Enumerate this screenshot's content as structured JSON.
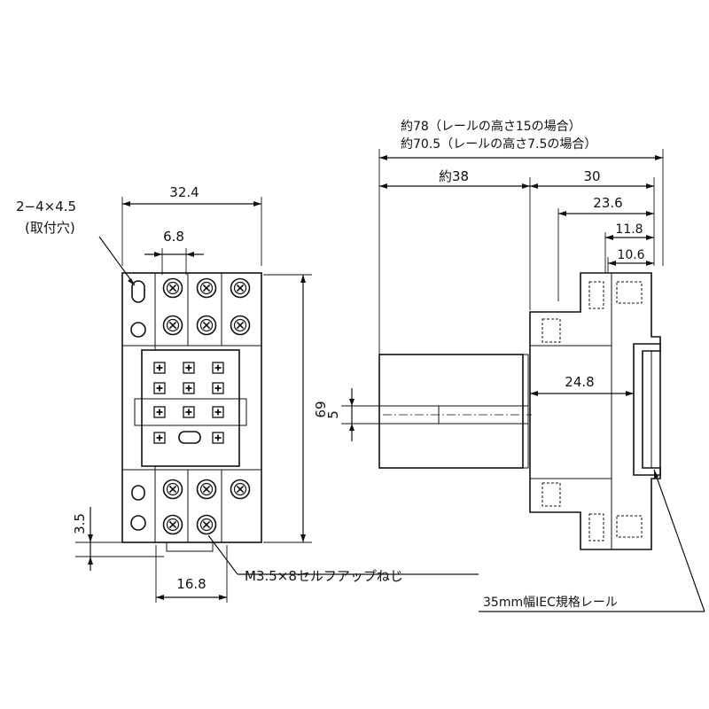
{
  "front_view": {
    "width_label": "32.4",
    "pitch_label": "6.8",
    "height_label": "69",
    "offset_label": "3.5",
    "base_label": "16.8",
    "mount_hole_label_line1": "2−4×4.5",
    "mount_hole_label_line2": "(取付穴)",
    "screw_label": "M3.5×8セルフアップねじ"
  },
  "side_view": {
    "total_label_line1": "約78（レールの高さ15の場合）",
    "total_label_line2": "約70.5（レールの高さ7.5の場合）",
    "relay_label": "約38",
    "socket_label": "30",
    "dim_23_6": "23.6",
    "dim_11_8": "11.8",
    "dim_10_6": "10.6",
    "dim_24_8": "24.8",
    "pin_label": "5",
    "rail_label": "35mm幅IEC規格レール"
  }
}
